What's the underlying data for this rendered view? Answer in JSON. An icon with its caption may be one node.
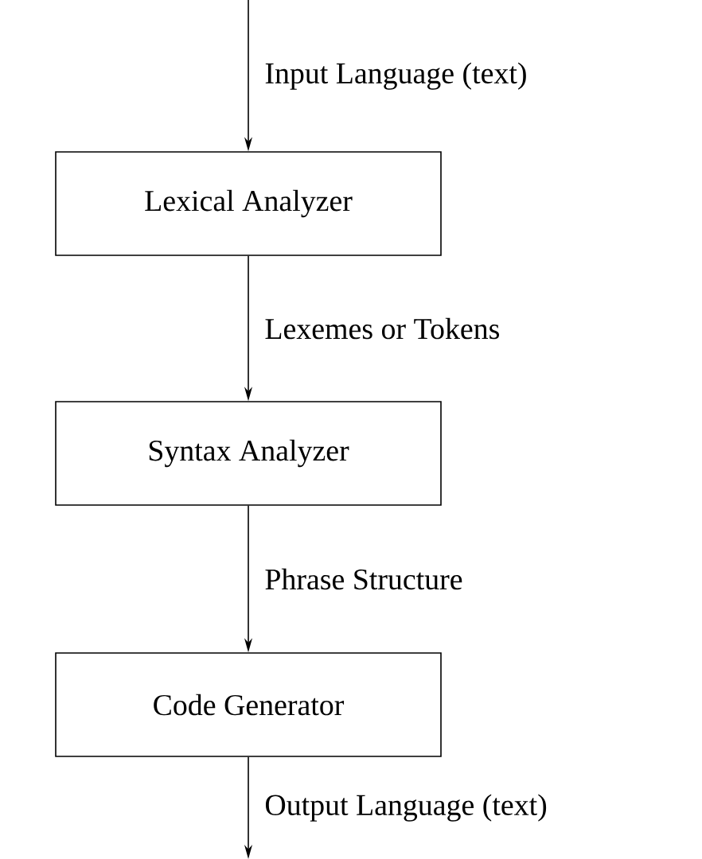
{
  "diagram": {
    "nodes": [
      {
        "text": [
          "Lexical Analyzer"
        ]
      },
      {
        "text": [
          "Syntax Analyzer"
        ]
      },
      {
        "text": [
          "Code Generator"
        ]
      }
    ],
    "edges": [
      {
        "from": null,
        "to": 0,
        "arrow": "to",
        "label": "Input Language (text)"
      },
      {
        "from": 0,
        "to": 1,
        "arrow": "to",
        "label": "Lexemes or Tokens"
      },
      {
        "from": 1,
        "to": 2,
        "arrow": "to",
        "label": "Phrase Structure"
      },
      {
        "from": 2,
        "to": null,
        "arrow": "to",
        "label": "Output Language (text)"
      }
    ]
  }
}
